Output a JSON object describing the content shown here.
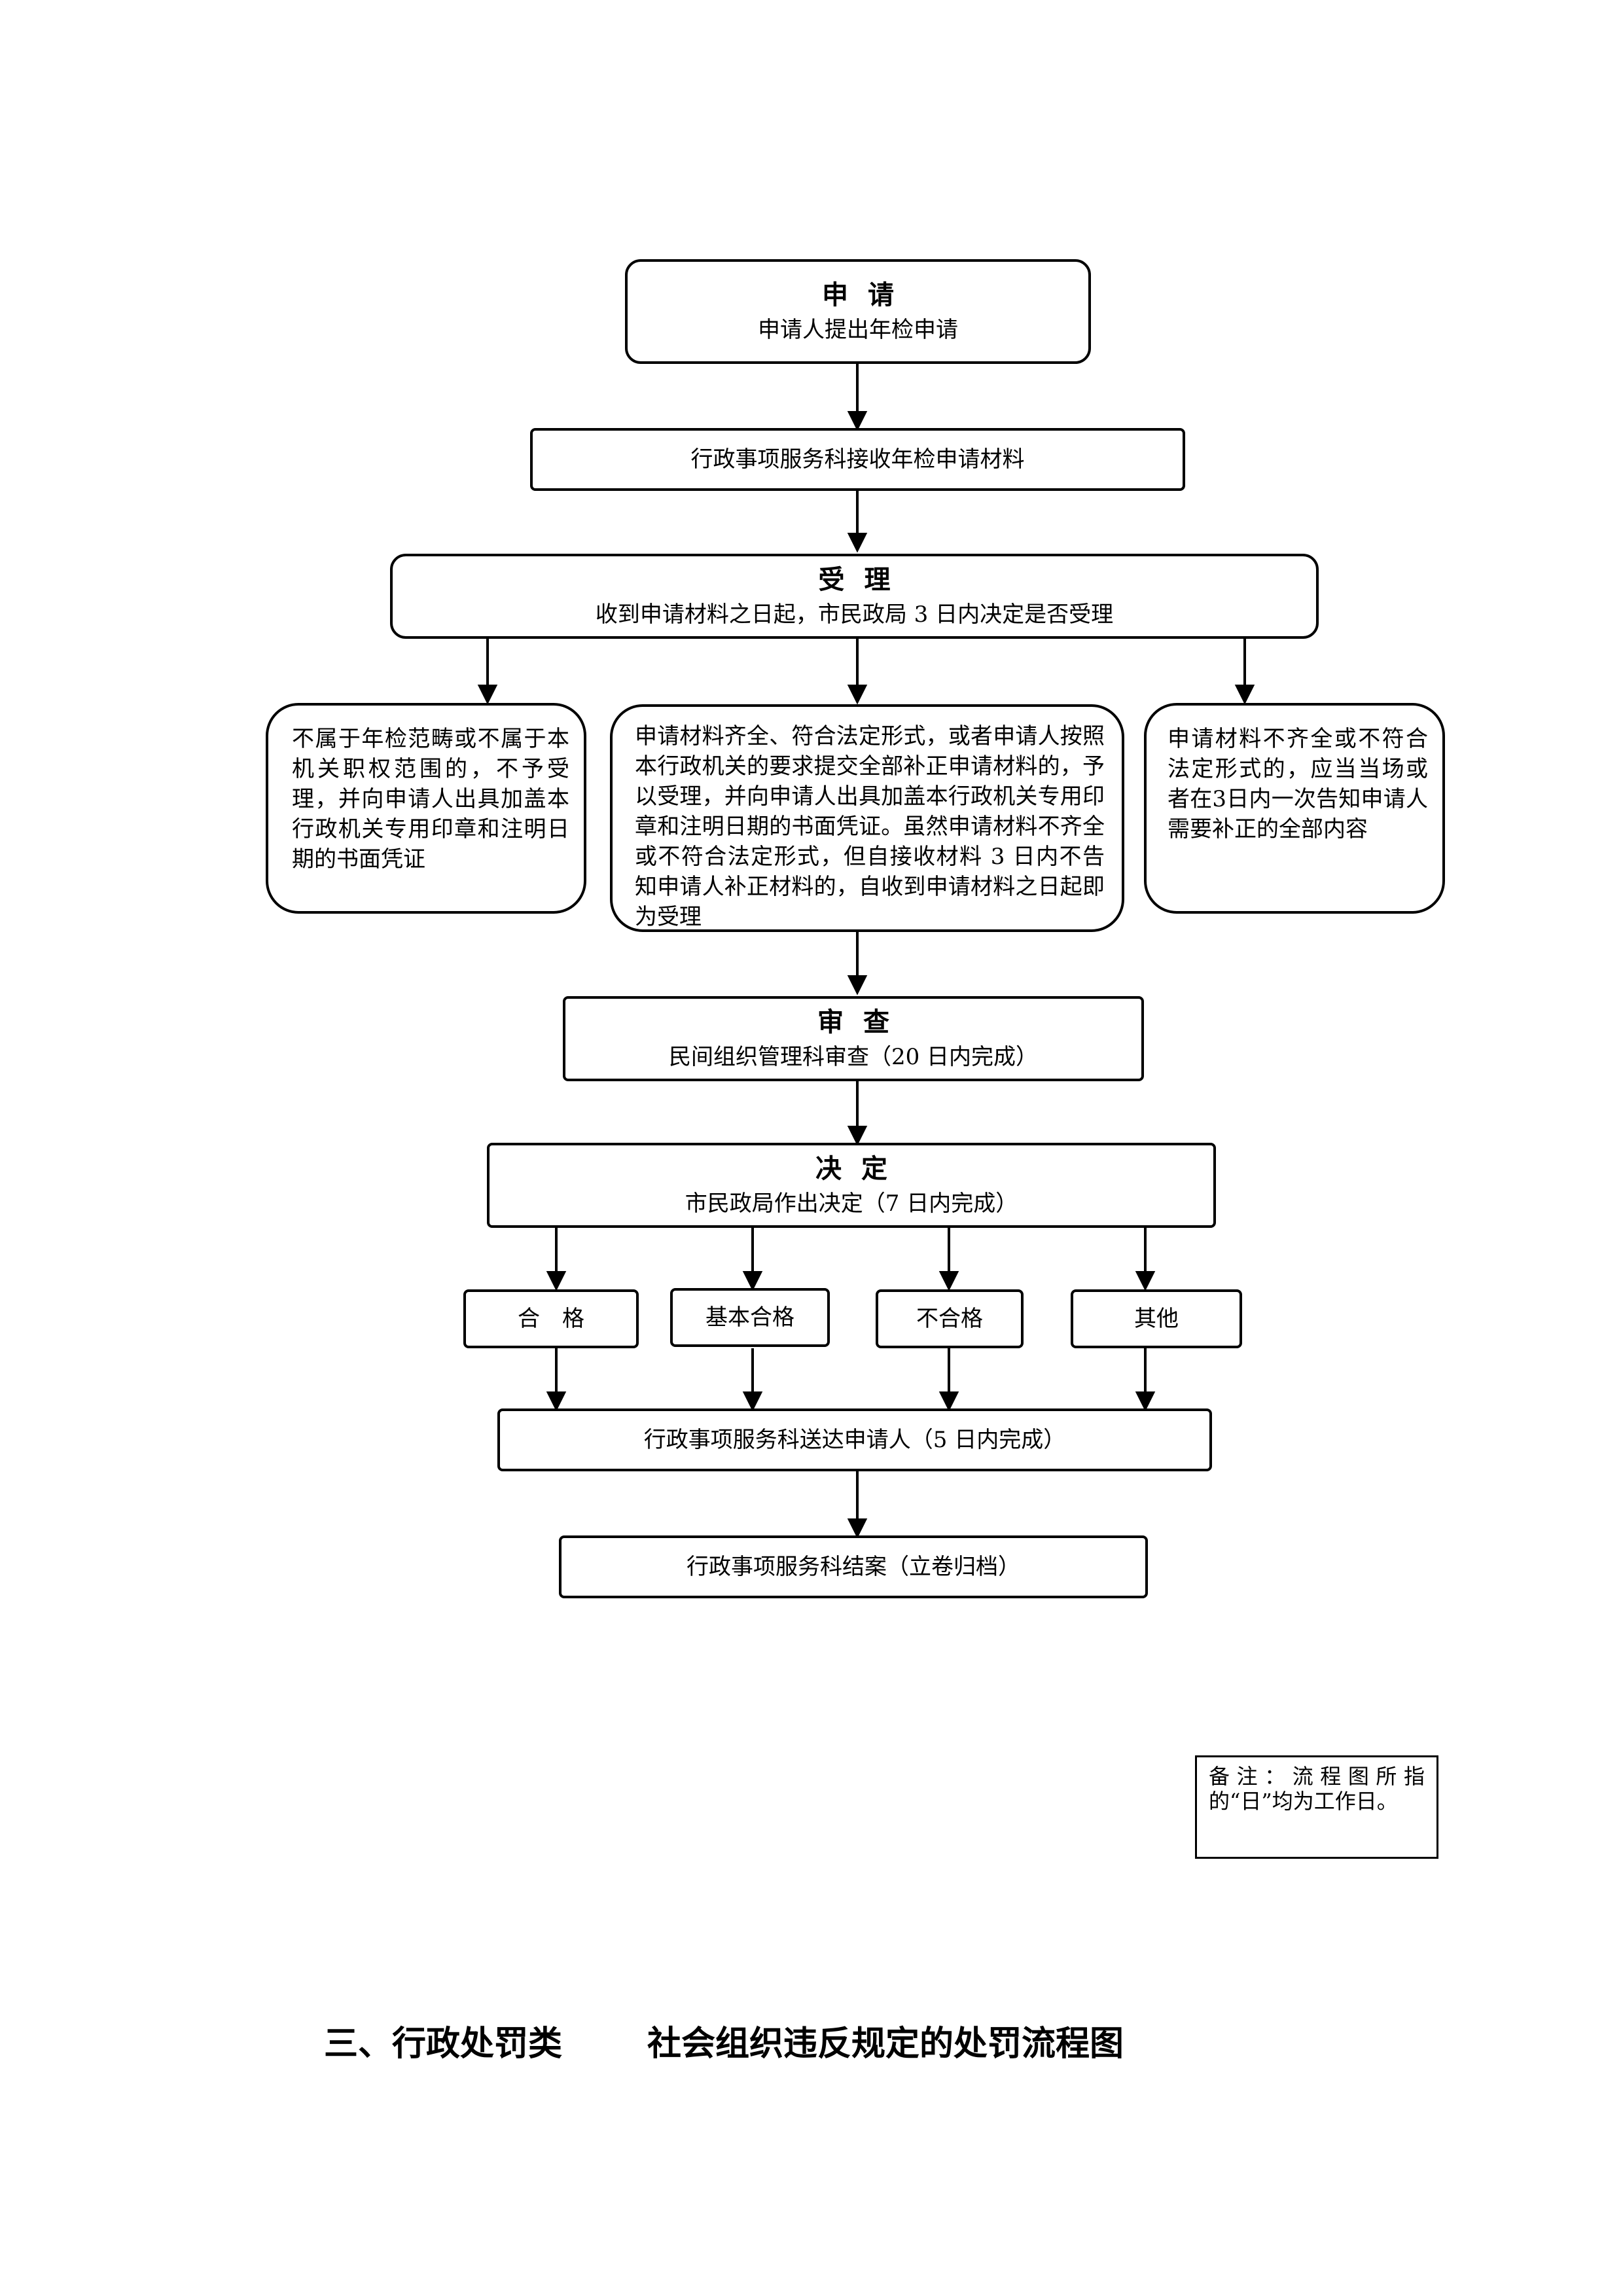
{
  "flow": {
    "apply": {
      "title": "申请",
      "text": "申请人提出年检申请"
    },
    "receive": {
      "text": "行政事项服务科接收年检申请材料"
    },
    "accept": {
      "title": "受理",
      "text": "收到申请材料之日起，市民政局 3 日内决定是否受理"
    },
    "branch_left": {
      "text": "不属于年检范畴或不属于本机关职权范围的，不予受理，并向申请人出具加盖本行政机关专用印章和注明日期的书面凭证"
    },
    "branch_mid": {
      "text": "申请材料齐全、符合法定形式，或者申请人按照本行政机关的要求提交全部补正申请材料的，予以受理，并向申请人出具加盖本行政机关专用印章和注明日期的书面凭证。虽然申请材料不齐全或不符合法定形式，但自接收材料 3 日内不告知申请人补正材料的，自收到申请材料之日起即为受理"
    },
    "branch_right": {
      "text": "申请材料不齐全或不符合法定形式的，应当当场或者在3日内一次告知申请人需要补正的全部内容"
    },
    "review": {
      "title": "审查",
      "text": "民间组织管理科审查（20 日内完成）"
    },
    "decide": {
      "title": "决定",
      "text": "市民政局作出决定（7 日内完成）"
    },
    "results": [
      "合　格",
      "基本合格",
      "不合格",
      "其他"
    ],
    "deliver": {
      "text": "行政事项服务科送达申请人（5 日内完成）"
    },
    "close": {
      "text": "行政事项服务科结案（立卷归档）"
    }
  },
  "note": "备注：流程图所指的“日”均为工作日。",
  "section_heading": {
    "number": "三、行政处罚类",
    "title": "社会组织违反规定的处罚流程图"
  }
}
